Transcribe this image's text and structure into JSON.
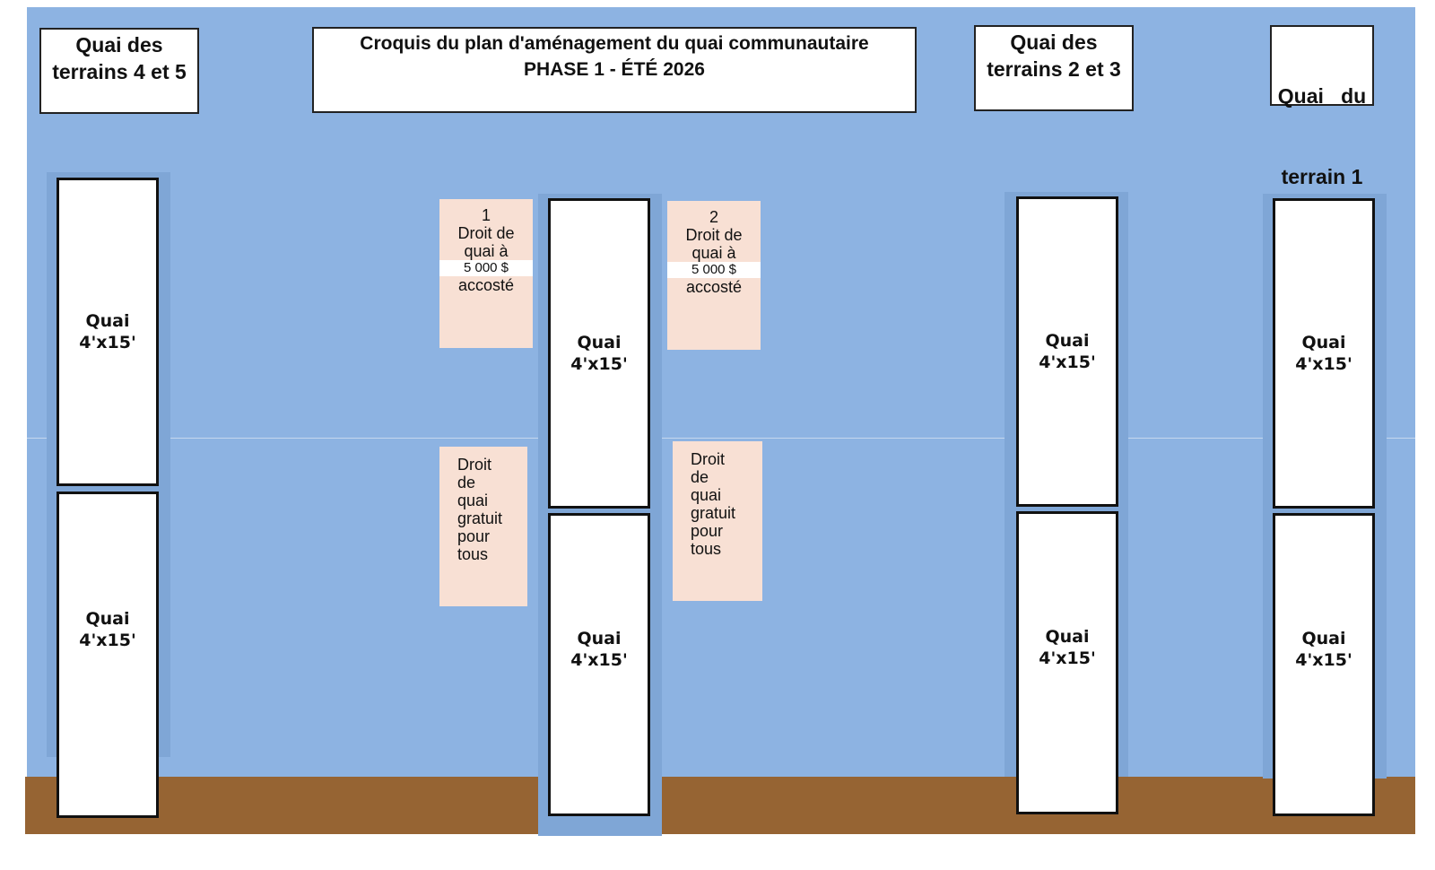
{
  "title": {
    "line1": "Croquis du plan d'aménagement du quai communautaire",
    "line2": "PHASE 1 - ÉTÉ  2026"
  },
  "areas": {
    "terrains_4_5": {
      "line1": "Quai des",
      "line2": "terrains 4 et 5"
    },
    "terrains_2_3": {
      "line1": "Quai des",
      "line2": "terrains 2 et 3"
    },
    "terrain_1": {
      "line1": "Quai   du",
      "line2": "terrain 1"
    }
  },
  "dock": {
    "name": "Quai",
    "size": "4'x15'"
  },
  "rights": {
    "paid_1": {
      "number": "1",
      "line1": "Droit de",
      "line2": "quai à",
      "price": "5 000 $",
      "line4": "accosté"
    },
    "paid_2": {
      "number": "2",
      "line1": "Droit de",
      "line2": "quai à",
      "price": "5 000 $",
      "line4": "accosté"
    },
    "free": {
      "words": [
        "Droit",
        "de",
        "quai",
        "gratuit",
        "pour",
        "tous"
      ]
    }
  },
  "colors": {
    "water": "#8db3e2",
    "shore": "#966433",
    "right_box": "#f8e0d4",
    "dock": "#ffffff"
  }
}
